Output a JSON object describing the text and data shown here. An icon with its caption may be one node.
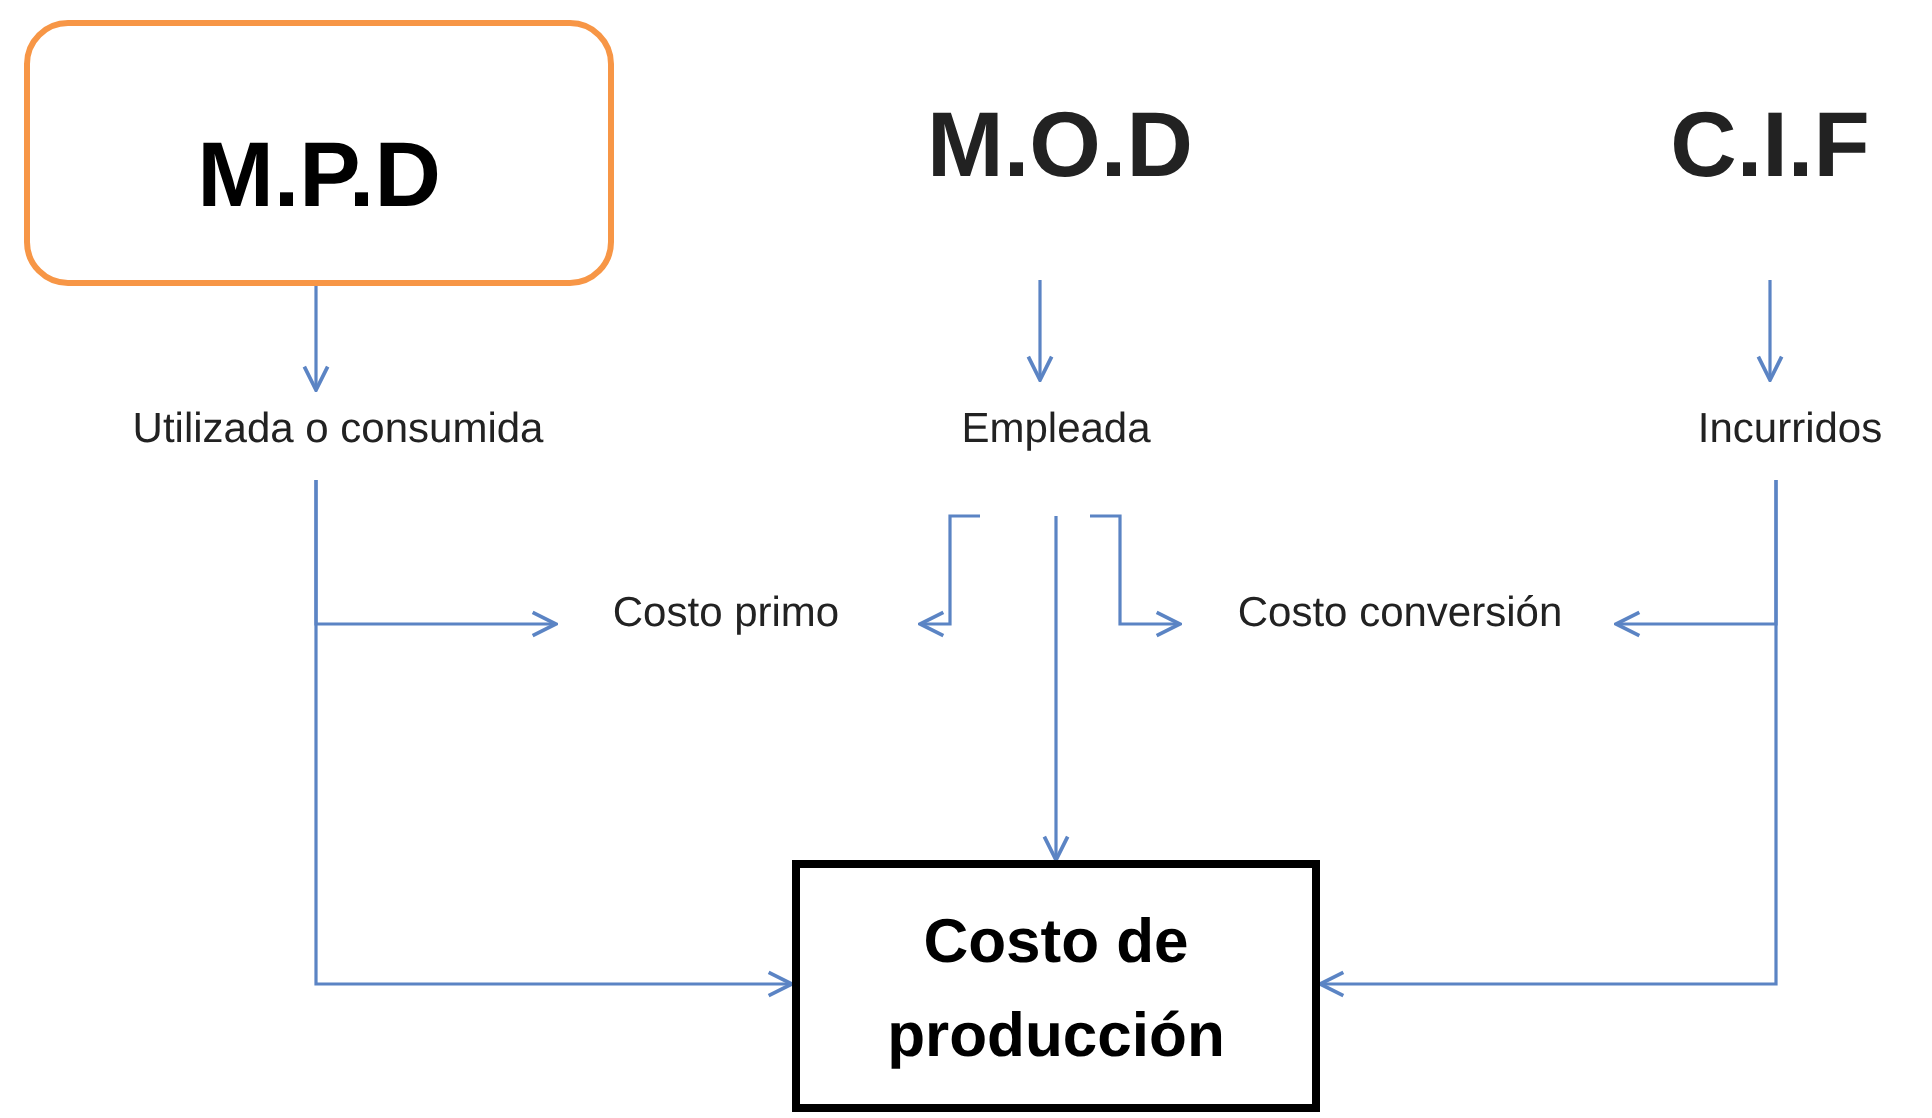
{
  "diagram": {
    "nodes": [
      {
        "text": [
          "M.P.D"
        ]
      },
      {
        "text": [
          "M.O.D"
        ]
      },
      {
        "text": [
          "C.I.F"
        ]
      },
      {
        "text": [
          "Utilizada o consumida"
        ]
      },
      {
        "text": [
          "Empleada"
        ]
      },
      {
        "text": [
          "Incurridos"
        ]
      },
      {
        "text": [
          "Costo primo"
        ]
      },
      {
        "text": [
          "Costo conversión"
        ]
      },
      {
        "text": [
          "Costo de producción"
        ]
      }
    ],
    "edges": [
      {
        "from": 0,
        "to": 3,
        "arrow": "to"
      },
      {
        "from": 1,
        "to": 4,
        "arrow": "to"
      },
      {
        "from": 2,
        "to": 5,
        "arrow": "to"
      },
      {
        "from": 3,
        "to": 6,
        "arrow": "to"
      },
      {
        "from": 3,
        "to": 8,
        "arrow": "to"
      },
      {
        "from": 4,
        "to": 6,
        "arrow": "to"
      },
      {
        "from": 4,
        "to": 8,
        "arrow": "to"
      },
      {
        "from": 4,
        "to": 7,
        "arrow": "to"
      },
      {
        "from": 5,
        "to": 7,
        "arrow": "to"
      },
      {
        "from": 5,
        "to": 8,
        "arrow": "to"
      }
    ]
  }
}
